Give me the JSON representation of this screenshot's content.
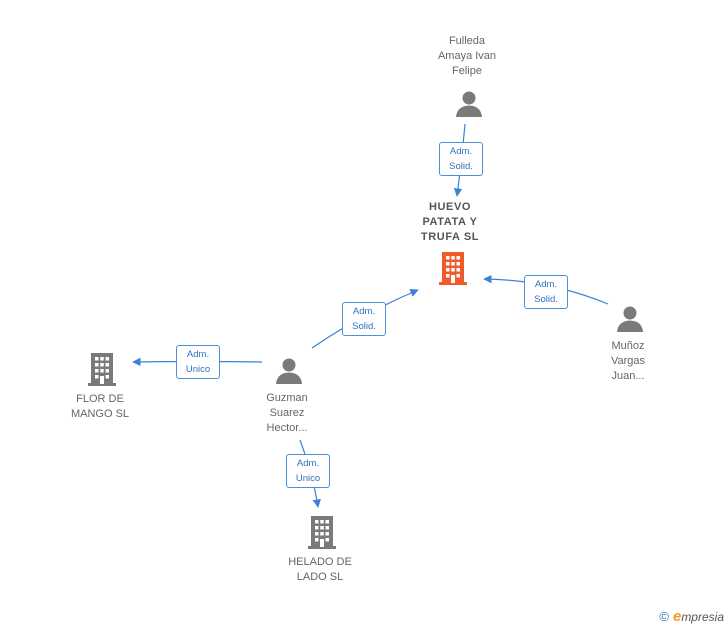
{
  "colors": {
    "edge": "#3b82d6",
    "person": "#7a7a7a",
    "company": "#7a7a7a",
    "highlight": "#f15a2b"
  },
  "nodes": {
    "fulleda": {
      "label": "Fulleda\nAmaya Ivan\nFelipe",
      "icon": "person-icon"
    },
    "huevo": {
      "label": "HUEVO\nPATATA Y\nTRUFA  SL",
      "icon": "building-icon"
    },
    "munoz": {
      "label": "Muñoz\nVargas\nJuan...",
      "icon": "person-icon"
    },
    "guzman": {
      "label": "Guzman\nSuarez\nHector...",
      "icon": "person-icon"
    },
    "flor": {
      "label": "FLOR DE\nMANGO  SL",
      "icon": "building-icon"
    },
    "helado": {
      "label": "HELADO DE\nLADO  SL",
      "icon": "building-icon"
    }
  },
  "edges": {
    "fulleda_huevo": "Adm.\nSolid.",
    "munoz_huevo": "Adm.\nSolid.",
    "guzman_huevo": "Adm.\nSolid.",
    "guzman_flor": "Adm.\nUnico",
    "guzman_helado": "Adm.\nUnico"
  },
  "brand": {
    "copyright": "©",
    "first_letter": "e",
    "rest": "mpresia"
  }
}
